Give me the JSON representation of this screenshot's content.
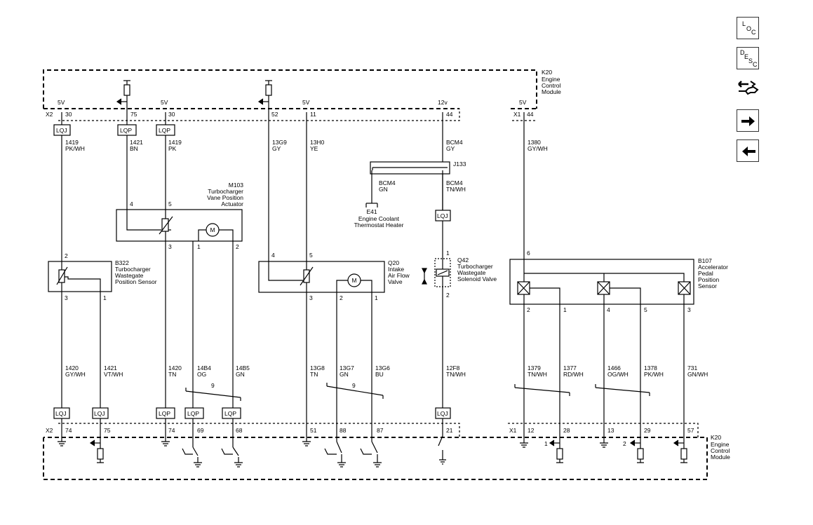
{
  "ecm_top": {
    "ref": "K20",
    "name": [
      "Engine",
      "Control",
      "Module"
    ]
  },
  "ecm_bottom": {
    "ref": "K20",
    "name": [
      "Engine",
      "Control",
      "Module"
    ]
  },
  "connectors": {
    "x2_top": "X2",
    "x1_top": "X1",
    "x2_bottom": "X2",
    "x1_bottom": "X1"
  },
  "top_pins": [
    {
      "volt": "5V",
      "pin": "30"
    },
    {
      "volt": "",
      "pin": "75"
    },
    {
      "volt": "5V",
      "pin": "30"
    },
    {
      "volt": "",
      "pin": "52"
    },
    {
      "volt": "5V",
      "pin": "11"
    },
    {
      "volt": "12v",
      "pin": "44"
    },
    {
      "volt": "5V",
      "pin": "44"
    }
  ],
  "top_wires": [
    {
      "circuit": "1419",
      "color": "PK/WH"
    },
    {
      "circuit": "1421",
      "color": "BN"
    },
    {
      "circuit": "1419",
      "color": "PK"
    },
    {
      "circuit": "13G9",
      "color": "GY"
    },
    {
      "circuit": "13H0",
      "color": "YE"
    },
    {
      "circuit": "BCM4",
      "color": "GY"
    },
    {
      "circuit": "1380",
      "color": "GY/WH"
    }
  ],
  "inline_labels": {
    "lqj": "LQJ",
    "lqp": "LQP"
  },
  "splice": {
    "ref": "J133",
    "branch_circuit": "BCM4",
    "branch_color": "GN",
    "down_circuit": "BCM4",
    "down_color": "TN/WH"
  },
  "e41": {
    "ref": "E41",
    "name": [
      "Engine Coolant",
      "Thermostat Heater"
    ]
  },
  "m103": {
    "ref": "M103",
    "name": [
      "Turbocharger",
      "Vane Position",
      "Actuator"
    ],
    "pins": [
      "4",
      "5",
      "3",
      "1",
      "2"
    ]
  },
  "b322": {
    "ref": "B322",
    "name": [
      "Turbocharger",
      "Wastegate",
      "Position Sensor"
    ],
    "pins": [
      "2",
      "3",
      "1"
    ]
  },
  "q20": {
    "ref": "Q20",
    "name": [
      "Intake",
      "Air Flow",
      "Valve"
    ],
    "pins": [
      "4",
      "5",
      "3",
      "2",
      "1"
    ]
  },
  "q42": {
    "ref": "Q42",
    "name": [
      "Turbocharger",
      "Wastegate",
      "Solenoid Valve"
    ],
    "pins": [
      "1",
      "2"
    ]
  },
  "b107": {
    "ref": "B107",
    "name": [
      "Accelerator",
      "Pedal",
      "Position",
      "Sensor"
    ],
    "pins": [
      "6",
      "2",
      "1",
      "4",
      "5",
      "3"
    ]
  },
  "bottom_wires": [
    {
      "circuit": "1420",
      "color": "GY/WH"
    },
    {
      "circuit": "1421",
      "color": "VT/WH"
    },
    {
      "circuit": "1420",
      "color": "TN"
    },
    {
      "circuit": "14B4",
      "color": "OG"
    },
    {
      "circuit": "14B5",
      "color": "GN"
    },
    {
      "circuit": "13G8",
      "color": "TN"
    },
    {
      "circuit": "13G7",
      "color": "GN"
    },
    {
      "circuit": "13G6",
      "color": "BU"
    },
    {
      "circuit": "12F8",
      "color": "TN/WH"
    },
    {
      "circuit": "1379",
      "color": "TN/WH"
    },
    {
      "circuit": "1377",
      "color": "RD/WH"
    },
    {
      "circuit": "1466",
      "color": "OG/WH"
    },
    {
      "circuit": "1378",
      "color": "PK/WH"
    },
    {
      "circuit": "731",
      "color": "GN/WH"
    }
  ],
  "twist_labels": [
    "9",
    "9"
  ],
  "bottom_pins": [
    "74",
    "75",
    "74",
    "69",
    "68",
    "51",
    "88",
    "87",
    "21",
    "12",
    "28",
    "13",
    "29",
    "57"
  ],
  "ref_markers": [
    "1",
    "2"
  ],
  "nav": {
    "loc": [
      "L",
      "O",
      "C"
    ],
    "desc": [
      "D",
      "E",
      "S",
      "C"
    ]
  },
  "icons": [
    "connector-view-icon",
    "next-arrow-icon",
    "back-arrow-icon"
  ]
}
